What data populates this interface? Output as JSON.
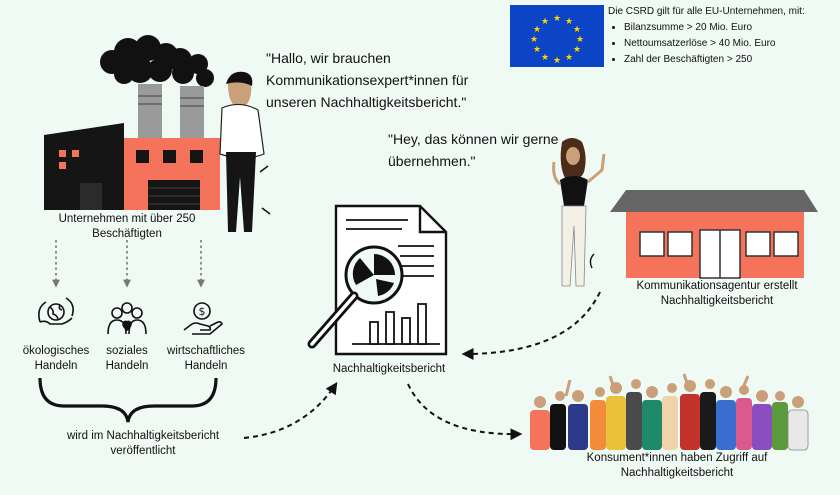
{
  "eu_info": {
    "heading": "Die CSRD gilt für alle EU-Unternehmen, mit:",
    "criteria": [
      "Bilanzsumme > 20 Mio. Euro",
      "Nettoumsatzerlöse > 40 Mio. Euro",
      "Zahl der Beschäftigten > 250"
    ]
  },
  "company": {
    "label": "Unternehmen mit über 250 Beschäftigten"
  },
  "quotes": {
    "company_person": "\"Hallo, wir brauchen Kommunikationsexpert*innen für unseren Nachhaltigkeitsbericht.\"",
    "agency_person": "\"Hey, das können wir gerne übernehmen.\""
  },
  "pillars": [
    {
      "label": "ökologisches Handeln",
      "icon": "globe-leaf-icon"
    },
    {
      "label": "soziales Handeln",
      "icon": "people-heart-icon"
    },
    {
      "label": "wirtschaftliches Handeln",
      "icon": "money-hand-icon"
    }
  ],
  "published_label": "wird im Nachhaltigkeitsbericht veröffentlicht",
  "report_label": "Nachhaltigkeitsbericht",
  "agency_label": "Kommunikationsagentur erstellt Nachhaltigkeitsbericht",
  "consumers_label": "Konsument*innen haben Zugriff auf Nachhaltigkeitsbericht",
  "colors": {
    "background": "#eefaf3",
    "brick": "#f4735a",
    "eu_blue": "#0b44c4",
    "eu_star": "#ffd200",
    "dark": "#111111"
  }
}
